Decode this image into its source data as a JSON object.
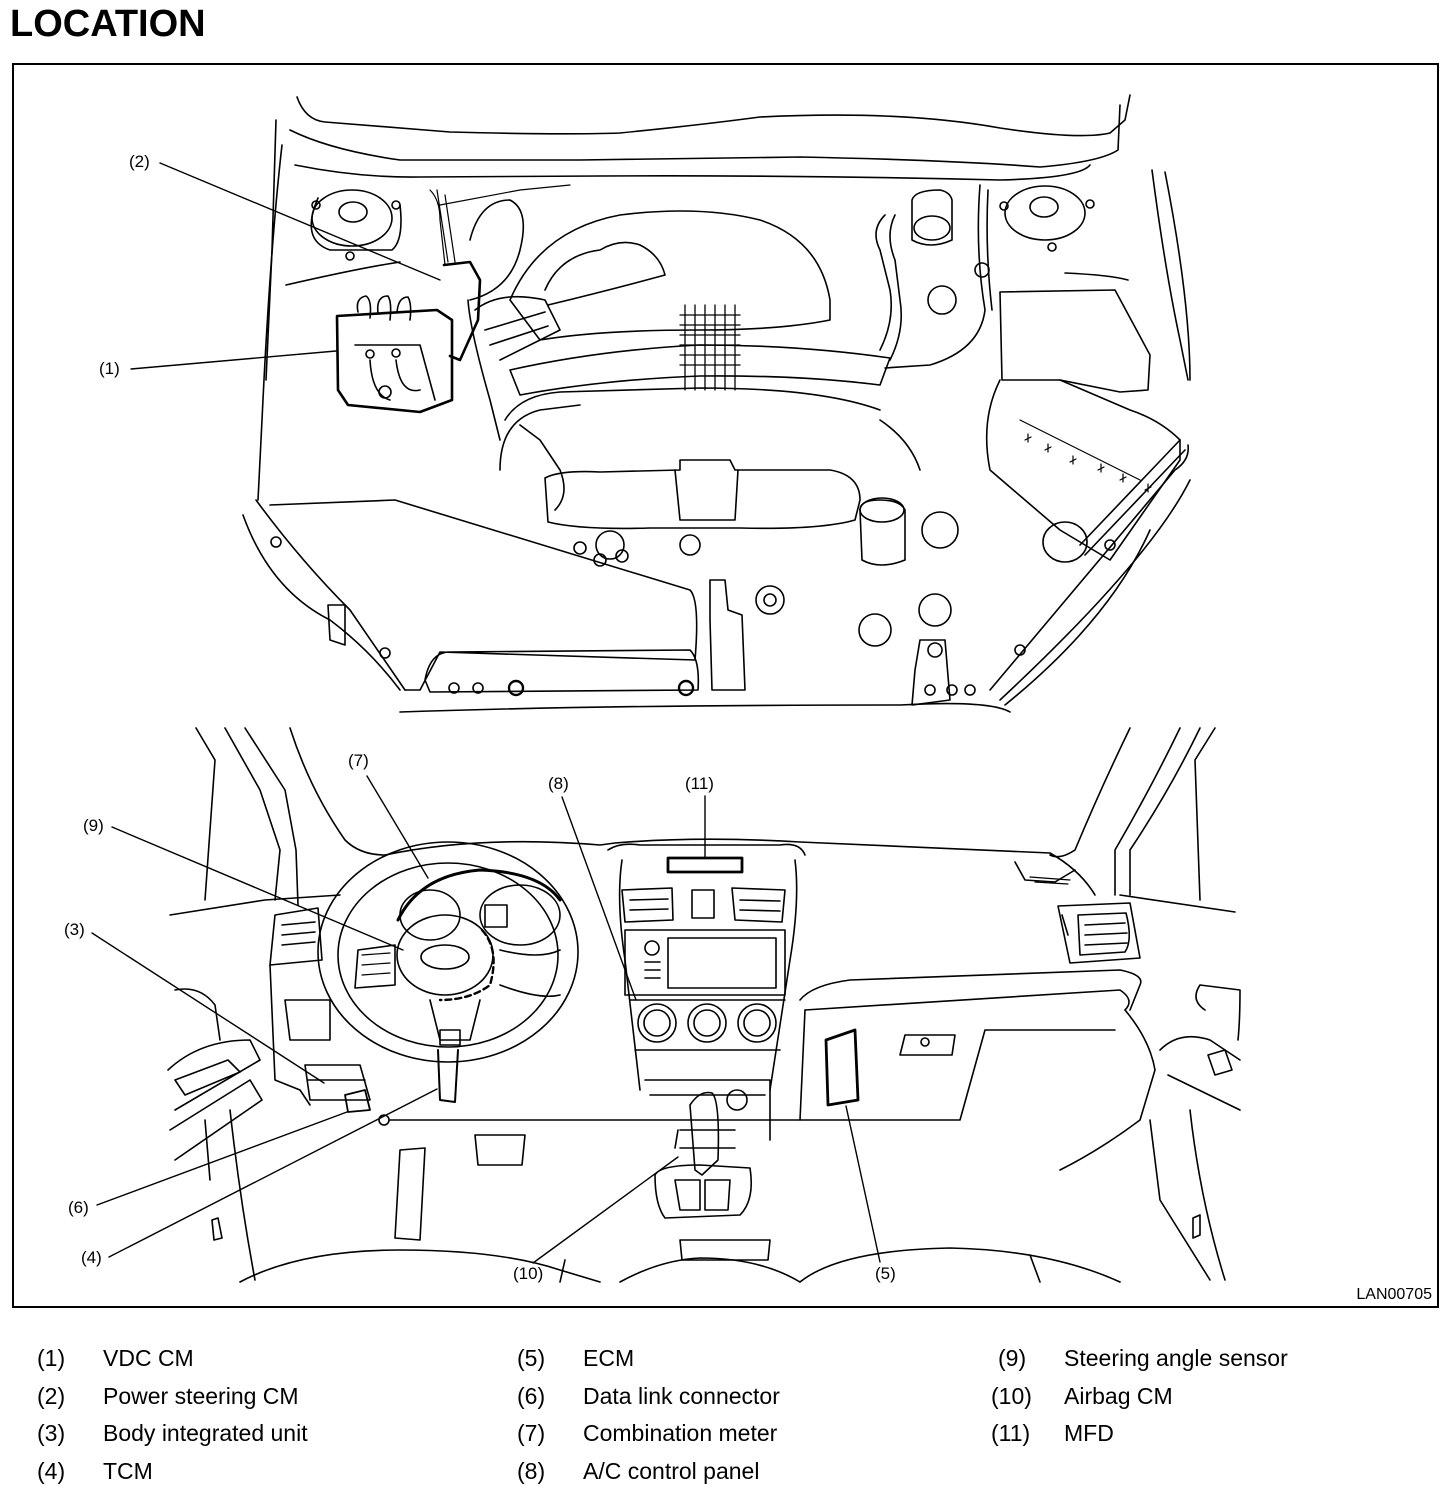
{
  "title": "LOCATION",
  "figure_id": "LAN00705",
  "callouts": {
    "c1": "(1)",
    "c2": "(2)",
    "c3": "(3)",
    "c4": "(4)",
    "c5": "(5)",
    "c6": "(6)",
    "c7": "(7)",
    "c8": "(8)",
    "c9": "(9)",
    "c10": "(10)",
    "c11": "(11)"
  },
  "legend": [
    {
      "num": "(1)",
      "label": "VDC CM"
    },
    {
      "num": "(2)",
      "label": "Power steering CM"
    },
    {
      "num": "(3)",
      "label": "Body integrated unit"
    },
    {
      "num": "(4)",
      "label": "TCM"
    },
    {
      "num": "(5)",
      "label": "ECM"
    },
    {
      "num": "(6)",
      "label": "Data link connector"
    },
    {
      "num": "(7)",
      "label": "Combination meter"
    },
    {
      "num": "(8)",
      "label": "A/C control panel"
    },
    {
      "num": "(9)",
      "label": "Steering angle sensor"
    },
    {
      "num": "(10)",
      "label": "Airbag CM"
    },
    {
      "num": "(11)",
      "label": "MFD"
    }
  ]
}
